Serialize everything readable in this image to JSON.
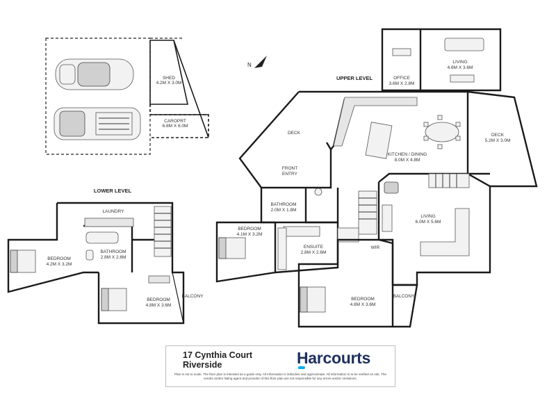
{
  "labels": {
    "upper_level": "UPPER LEVEL",
    "lower_level": "LOWER LEVEL",
    "shed_name": "SHED",
    "shed_dim": "4.2M X 3.0M",
    "carport_name": "CAROPRT",
    "carport_dim": "6.8M X 6.0M",
    "office_name": "OFFICE",
    "office_dim": "3.6M X 2.8M",
    "living_top_name": "LIVING",
    "living_top_dim": "4.6M X 3.6M",
    "deck_left_name": "DECK",
    "deck_right_name": "DECK",
    "deck_right_dim": "5.2M X 3.0M",
    "kitchen_name": "KITCHEN / DINING",
    "kitchen_dim": "8.0M X 4.8M",
    "front_entry_1": "FRONT",
    "front_entry_2": "ENTRY",
    "living_main_name": "LIVING",
    "living_main_dim": "6.0M X 5.6M",
    "bath_up_name": "BATHROOM",
    "bath_up_dim": "2.0M X 1.8M",
    "bed_up1_name": "BEDROOM",
    "bed_up1_dim": "4.1M X 3.2M",
    "ensuite_name": "ENSUITE",
    "ensuite_dim": "2.8M X 2.6M",
    "wir_name": "WIR",
    "bed_master_name": "BEDROOM",
    "bed_master_dim": "4.8M X 3.6M",
    "balcony_up_name": "BALCONY",
    "laundry_name": "LAUNDRY",
    "bath_low_name": "BATHROOM",
    "bath_low_dim": "2.8M X 2.6M",
    "bed_low1_name": "BEDROOM",
    "bed_low1_dim": "4.2M X 3.2M",
    "bed_low2_name": "BEDROOM",
    "bed_low2_dim": "4.8M X 3.6M",
    "balcony_low_name": "BALCONY",
    "north_label": "N"
  },
  "footer": {
    "address_line1": "17 Cynthia Court",
    "address_line2": "Riverside",
    "brand": "Harcourts",
    "disclaimer": "Plan is not to scale. The floor plan is intended as a guide only. All information is indicidive and approximate. All information is to be verified on site. The vendor and/or listing agent and provider of this floor plan are not responsible for any errors and/or omissions."
  },
  "colors": {
    "brand_navy": "#1e2f5e",
    "brand_blue": "#00adef",
    "wall": "#1a1a1a"
  }
}
